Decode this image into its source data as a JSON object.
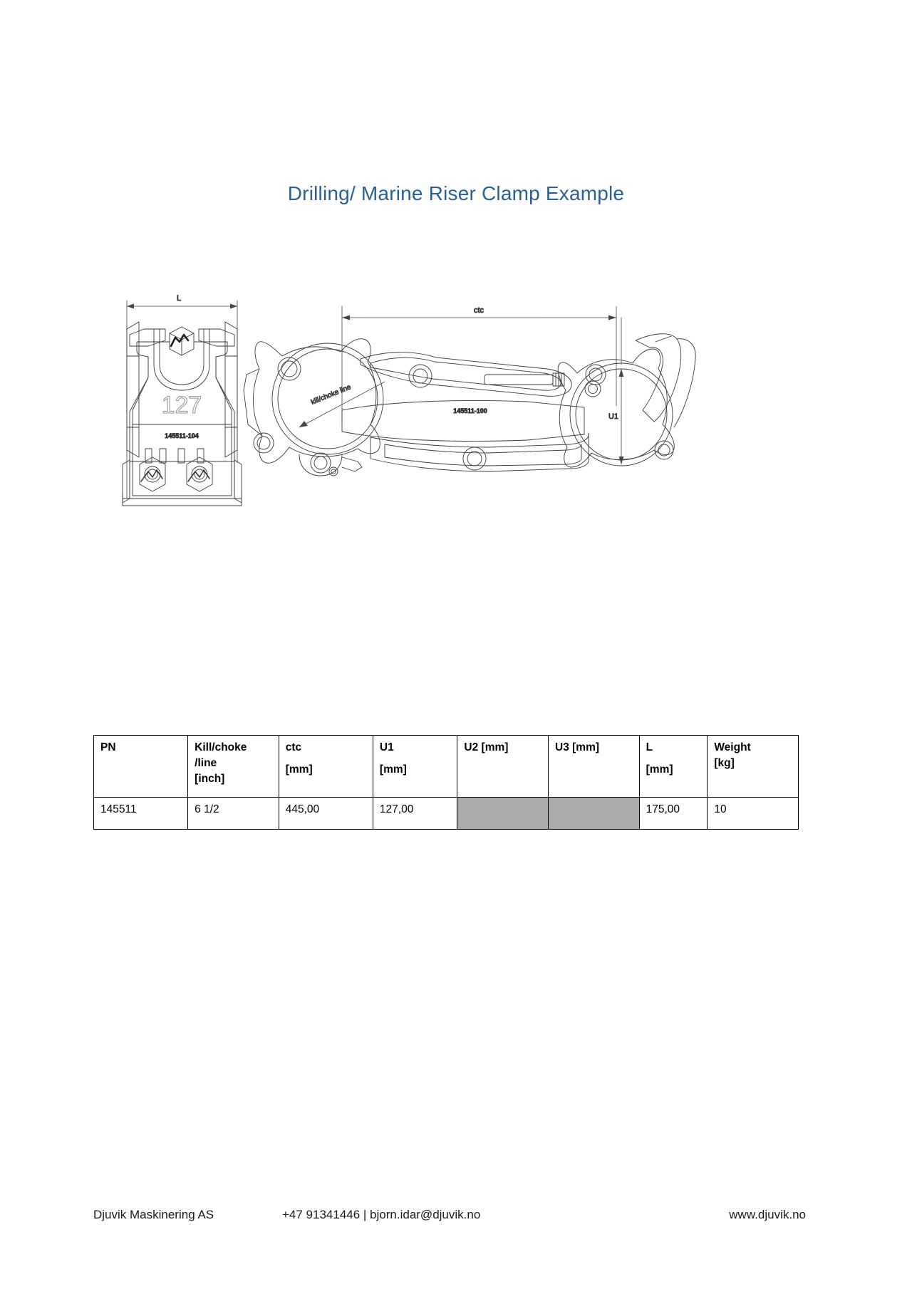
{
  "document": {
    "title": "Drilling/ Marine Riser Clamp Example",
    "title_color": "#2e5f8f"
  },
  "drawing": {
    "side_view": {
      "dimension_label": "L",
      "emboss_text": "127",
      "part_number": "145511-104"
    },
    "top_view": {
      "dimension_label": "ctc",
      "callout_kill_choke": "kill/choke line",
      "part_number": "145511-100",
      "dimension_u1": "U1"
    }
  },
  "table": {
    "headers": [
      {
        "line1": "PN",
        "line2": "",
        "line3": ""
      },
      {
        "line1": "Kill/choke",
        "line2": "/line",
        "line3": "[inch]"
      },
      {
        "line1": "ctc",
        "line2": "",
        "line3": "[mm]"
      },
      {
        "line1": "U1",
        "line2": "",
        "line3": "[mm]"
      },
      {
        "line1": "U2 [mm]",
        "line2": "",
        "line3": ""
      },
      {
        "line1": "U3 [mm]",
        "line2": "",
        "line3": ""
      },
      {
        "line1": "L",
        "line2": "",
        "line3": "[mm]"
      },
      {
        "line1": "Weight",
        "line2": "[kg]",
        "line3": ""
      }
    ],
    "rows": [
      {
        "pn": "145511",
        "kill_choke_line_inch": "6 1/2",
        "ctc_mm": "445,00",
        "u1_mm": "127,00",
        "u2_mm": "",
        "u3_mm": "",
        "l_mm": "175,00",
        "weight_kg": "10"
      }
    ],
    "disabled_cell_color": "#aaaaaa"
  },
  "footer": {
    "company": "Djuvik Maskinering AS",
    "contact": "+47 91341446 | bjorn.idar@djuvik.no",
    "website": "www.djuvik.no"
  }
}
